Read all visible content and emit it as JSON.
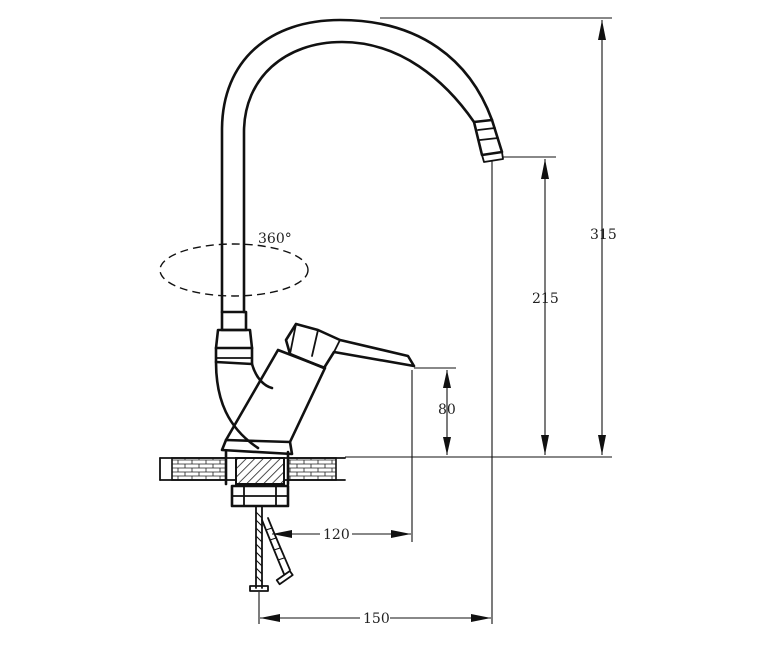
{
  "labels": {
    "rotation": "360°",
    "height_total": "315",
    "height_spout": "215",
    "height_lever": "80",
    "reach_lever": "120",
    "reach_spout": "150"
  }
}
